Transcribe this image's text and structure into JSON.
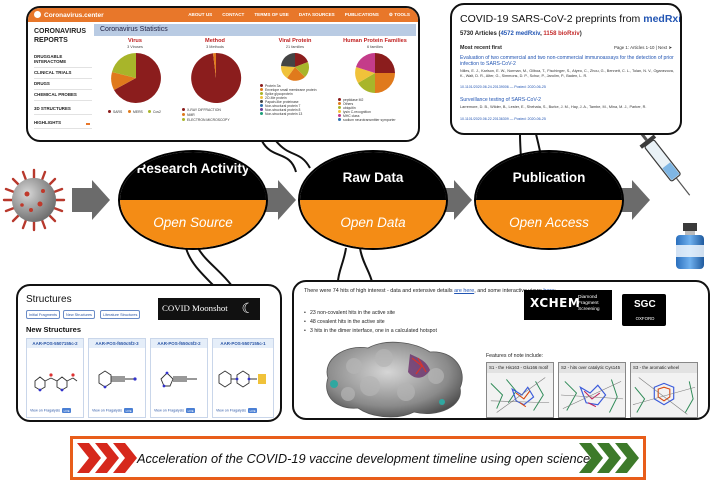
{
  "coronavirus_center": {
    "logo": "Coronavirus.center",
    "nav": [
      "ABOUT US",
      "CONTACT",
      "TERMS OF USE",
      "DATA SOURCES",
      "PUBLICATIONS",
      "TOOLS"
    ],
    "sidebar_title": "CORONAVIRUS REPORTS",
    "sidebar_items": [
      "DRUGGABLE INTERACTOME",
      "CLINICAL TRIALS",
      "DRUGS",
      "CHEMICAL PROBES",
      "3D STRUCTURES",
      "HIGHLIGHTS"
    ],
    "stats_title": "Coronavirus Statistics",
    "columns": [
      {
        "title": "Virus",
        "sub": "3 Viruses",
        "legend": [
          "SARS",
          "MERS",
          "Cov2"
        ]
      },
      {
        "title": "Method",
        "sub": "3 Methods",
        "legend": [
          "X-RAY DIFFRACTION",
          "NMR",
          "ELECTRON MICROSCOPY"
        ]
      },
      {
        "title": "Viral Protein",
        "sub": "21 families",
        "legend": [
          "Protein 3a",
          "Envelope small membrane protein",
          "Spike glycoprotein",
          "2O-Me protein",
          "Papain-like proteinase",
          "Non-structural protein 7",
          "Non-structural protein 8",
          "Non-structural protein 13"
        ]
      },
      {
        "title": "Human Protein Families",
        "sub": "6 families",
        "legend": [
          "peptidase M2",
          "Others",
          "ubiquitin",
          "lysin C-recognition",
          "MHC class",
          "sodium neurotransmitter symporter"
        ]
      }
    ],
    "colors": {
      "accent": "#e8772a",
      "pie_red": "#8b1d1d",
      "pie_olive": "#a8b52a",
      "pie_orange": "#e07a1c"
    }
  },
  "preprints": {
    "title_prefix": "COVID-19 SARS-CoV-2 preprints from",
    "medrxiv": "medRxiv",
    "and": "and",
    "biorxiv": "bioRxiv",
    "count_total": "5730 Articles (",
    "count_med": "4572 medRxiv",
    "count_sep": ", ",
    "count_bio": "1158 bioRxiv",
    "count_end": ")",
    "most_recent": "Most recent first",
    "page_info": "Page 1: Articles 1-10 | Next",
    "articles": [
      {
        "title": "Evaluation of two commercial and two non-commercial immunoassays for the detection of prior infection to SARS-CoV-2",
        "authors": "Nilles, E. J., Karlson, E. W., Norman, M., Gilboa, T., Fischinger, S., Atyeo, C., Zhou, G., Bennett, C. L., Tolan, N. V., Oganezova, K., Walt, D. R., Alter, G., Simmons, D. P., Schur, P., Jarolim, P., Baden, L. R.",
        "doi": "10.1101/2020.06.24.20139006 — Posted: 2020-06-25"
      },
      {
        "title": "Surveillance testing of SARS-CoV-2",
        "authors": "Larremore, D. B., Wilder, B., Lester, E., Shehata, S., Burke, J. M., Hay, J. A., Tambe, M., Mina, M. J., Parker, R.",
        "doi": "10.1101/2020.06.22.20136309 — Posted: 2020-06-25"
      }
    ]
  },
  "stages": [
    {
      "top": "Research Activity",
      "bottom": "Open Source"
    },
    {
      "top": "Raw Data",
      "bottom": "Open Data"
    },
    {
      "top": "Publication",
      "bottom": "Open Access"
    }
  ],
  "structures": {
    "title": "Structures",
    "tabs": [
      "Initial Fragments",
      "New Structures",
      "Literature Structures"
    ],
    "new_label": "New Structures",
    "moonshot": "COVID Moonshot",
    "cards": [
      {
        "id": "AAR-POS-5507155c-2",
        "link": "View on Fragalysis",
        "badge": "LIVE"
      },
      {
        "id": "AAR-POS-f650c5f2-3",
        "link": "View on Fragalysis",
        "badge": "LIVE"
      },
      {
        "id": "AAR-POS-f650c5f2-2",
        "link": "View on Fragalysis",
        "badge": "LIVE"
      },
      {
        "id": "AAR-POS-5507155c-1",
        "link": "View on Fragalysis",
        "badge": "LIVE"
      }
    ]
  },
  "xchem": {
    "intro_1": "There were 74 hits of high interest - data and extensive details ",
    "intro_link": "are here",
    "intro_2": ", and some interactive views ",
    "intro_link2": "here",
    "intro_3": ":",
    "bullets": [
      "23 non-covalent hits in the active site",
      "48 covalent hits in the active site",
      "3 hits in the dimer interface, one in a calculated hotspot"
    ],
    "logo_word": "XCHEM",
    "logo_sub": "Diamond Fragment Screening",
    "sgc_word": "SGC",
    "sgc_sub": "OXFORD",
    "features_label": "Features of note include:",
    "boxes": [
      "S1 - the His163 - Glu166 motif",
      "S2 - hits over catalytic Cys145",
      "S3 - the aromatic wheel"
    ]
  },
  "banner": {
    "text": "Acceleration of the COVID-19 vaccine development timeline using open science",
    "colors": {
      "red": "#d6281c",
      "green": "#3d7a2a",
      "border": "#e85d1a"
    }
  }
}
